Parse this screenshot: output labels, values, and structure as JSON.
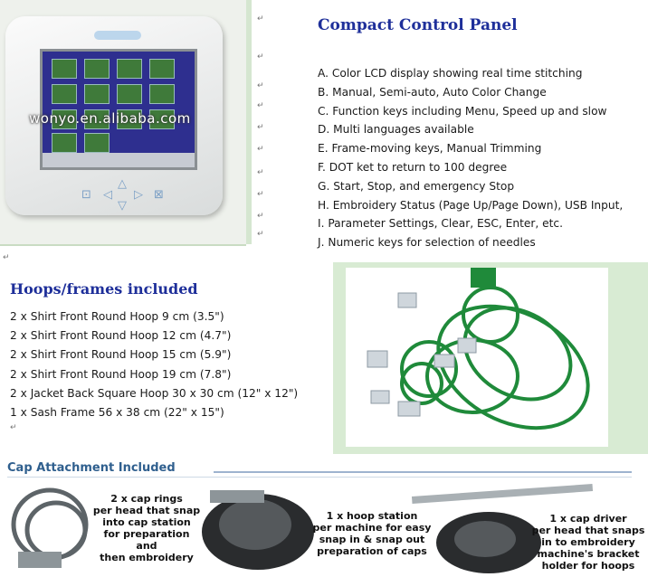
{
  "watermark": "wonyo.en.alibaba.com",
  "control_panel": {
    "title": "Compact Control Panel",
    "items": [
      "A. Color LCD display showing real time stitching",
      "B. Manual, Semi-auto, Auto Color Change",
      "C. Function keys including Menu, Speed up and slow",
      "D. Multi languages available",
      "E. Frame-moving keys, Manual Trimming",
      "F. DOT ket to return to 100 degree",
      "G. Start, Stop, and emergency Stop",
      "H. Embroidery Status (Page Up/Page Down), USB Input,",
      "I. Parameter Settings, Clear, ESC, Enter, etc.",
      "J. Numeric keys for selection of needles"
    ]
  },
  "hoops": {
    "title": "Hoops/frames included",
    "items": [
      "2 x Shirt Front Round Hoop 9 cm (3.5\")",
      "2 x Shirt Front Round Hoop 12 cm (4.7\")",
      "2 x Shirt Front Round Hoop 15 cm (5.9\")",
      "2 x Shirt Front Round Hoop 19 cm (7.8\")",
      "2 x Jacket Back Square Hoop 30 x 30 cm (12\" x 12\")",
      "1 x Sash Frame 56 x 38 cm (22\" x 15\")"
    ]
  },
  "cap": {
    "title": "Cap Attachment Included",
    "captions": {
      "rings": [
        "2 x cap rings",
        "per head that snap",
        "into cap station",
        "for preparation and",
        "then embroidery"
      ],
      "station": [
        "1 x hoop station",
        "per machine for easy",
        "snap in & snap out",
        "preparation of caps"
      ],
      "driver": [
        "1 x cap driver",
        "per head that snaps",
        "in to embroidery",
        "machine's bracket",
        "holder for hoops"
      ]
    }
  },
  "colors": {
    "heading": "#1e2f9a",
    "hoop_green": "#1f8a3a",
    "banner_blue": "#2f5f8e"
  }
}
